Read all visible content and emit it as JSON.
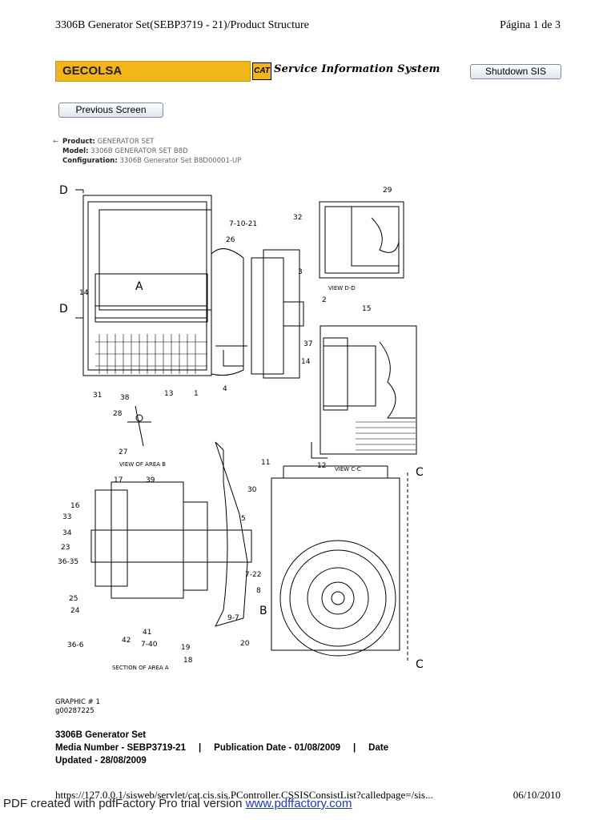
{
  "header": {
    "doc_title": "3306B Generator Set(SEBP3719 - 21)/Product Structure",
    "page_indicator": "Página 1 de 3"
  },
  "banner": {
    "dealer": "GECOLSA",
    "cat_logo": "CAT",
    "system_title": "Service Information System",
    "shutdown_label": "Shutdown SIS",
    "accent_color": "#f2b619"
  },
  "nav": {
    "previous_label": "Previous Screen"
  },
  "product_info": {
    "product_label": "Product:",
    "product_value": "GENERATOR SET",
    "model_label": "Model:",
    "model_value": "3306B GENERATOR SET B8D",
    "config_label": "Configuration:",
    "config_value": "3306B Generator Set B8D00001-UP"
  },
  "drawing": {
    "labels": {
      "d1": "D",
      "d2": "D",
      "c1": "C",
      "c2": "C",
      "a": "A",
      "b": "B",
      "n29": "29",
      "n32": "32",
      "n7_10_21": "7-10-21",
      "n26": "26",
      "n3": "3",
      "n2": "2",
      "n14a": "14",
      "n15": "15",
      "n37": "37",
      "n14b": "14",
      "n4": "4",
      "n31": "31",
      "n13": "13",
      "n1": "1",
      "n38": "38",
      "n28": "28",
      "n27": "27",
      "n12": "12",
      "n11": "11",
      "n30": "30",
      "n5": "5",
      "n7_22": "7-22",
      "n8": "8",
      "n17": "17",
      "n39": "39",
      "n16": "16",
      "n33": "33",
      "n34": "34",
      "n23": "23",
      "n36_35": "36-35",
      "n25": "25",
      "n24": "24",
      "n36_6": "36-6",
      "n42": "42",
      "n41": "41",
      "n7_40": "7-40",
      "n19": "19",
      "n9_7": "9-7",
      "n20": "20",
      "n18": "18"
    },
    "view_d": "VIEW D-D",
    "view_c": "VIEW C-C",
    "view_b": "VIEW OF AREA B",
    "section_a": "SECTION OF AREA A"
  },
  "graphic": {
    "number": "GRAPHIC # 1",
    "id": "g00287225"
  },
  "publication": {
    "title": "3306B Generator Set",
    "line2": "Media Number - SEBP3719-21     |     Publication Date - 01/08/2009     |     Date",
    "line3": "Updated - 28/08/2009"
  },
  "footer": {
    "url": "https://127.0.0.1/sisweb/servlet/cat.cis.sis.PController.CSSISConsistList?calledpage=/sis...",
    "date": "06/10/2010",
    "pdf_note": "PDF created with pdfFactory Pro trial version ",
    "pdf_link": "www.pdffactory.com"
  }
}
